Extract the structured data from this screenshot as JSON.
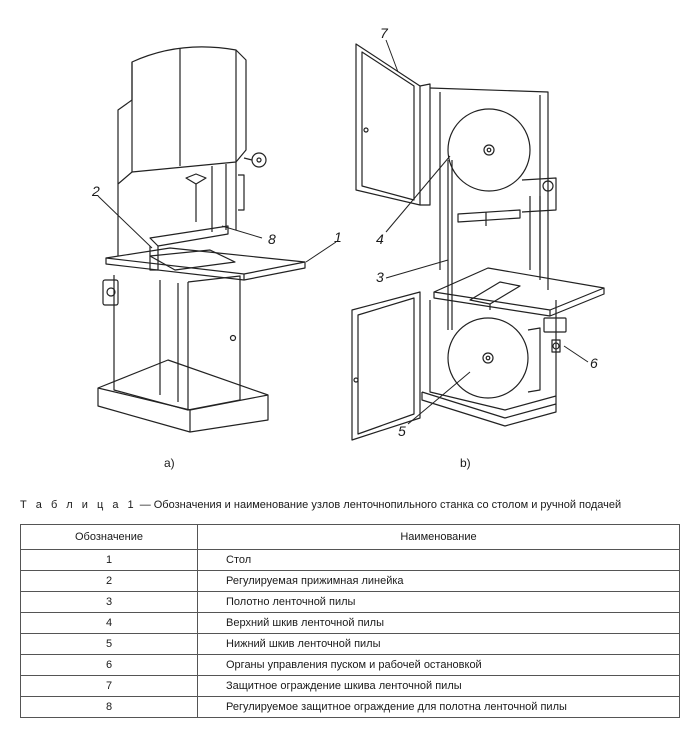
{
  "figure": {
    "callouts": [
      "1",
      "2",
      "3",
      "4",
      "5",
      "6",
      "7",
      "8"
    ],
    "label_a": "a)",
    "label_b": "b)"
  },
  "caption": {
    "lead": "Т а б л и ц а  1",
    "text": " — Обозначения и наименование узлов ленточнопильного станка со столом и ручной подачей"
  },
  "table": {
    "headers": [
      "Обозначение",
      "Наименование"
    ],
    "rows": [
      {
        "num": "1",
        "name": "Стол"
      },
      {
        "num": "2",
        "name": "Регулируемая прижимная линейка"
      },
      {
        "num": "3",
        "name": "Полотно ленточной пилы"
      },
      {
        "num": "4",
        "name": "Верхний шкив ленточной пилы"
      },
      {
        "num": "5",
        "name": "Нижний шкив ленточной пилы"
      },
      {
        "num": "6",
        "name": "Органы управления пуском и рабочей остановкой"
      },
      {
        "num": "7",
        "name": "Защитное ограждение шкива ленточной пилы"
      },
      {
        "num": "8",
        "name": "Регулируемое защитное ограждение для полотна ленточной пилы"
      }
    ]
  }
}
